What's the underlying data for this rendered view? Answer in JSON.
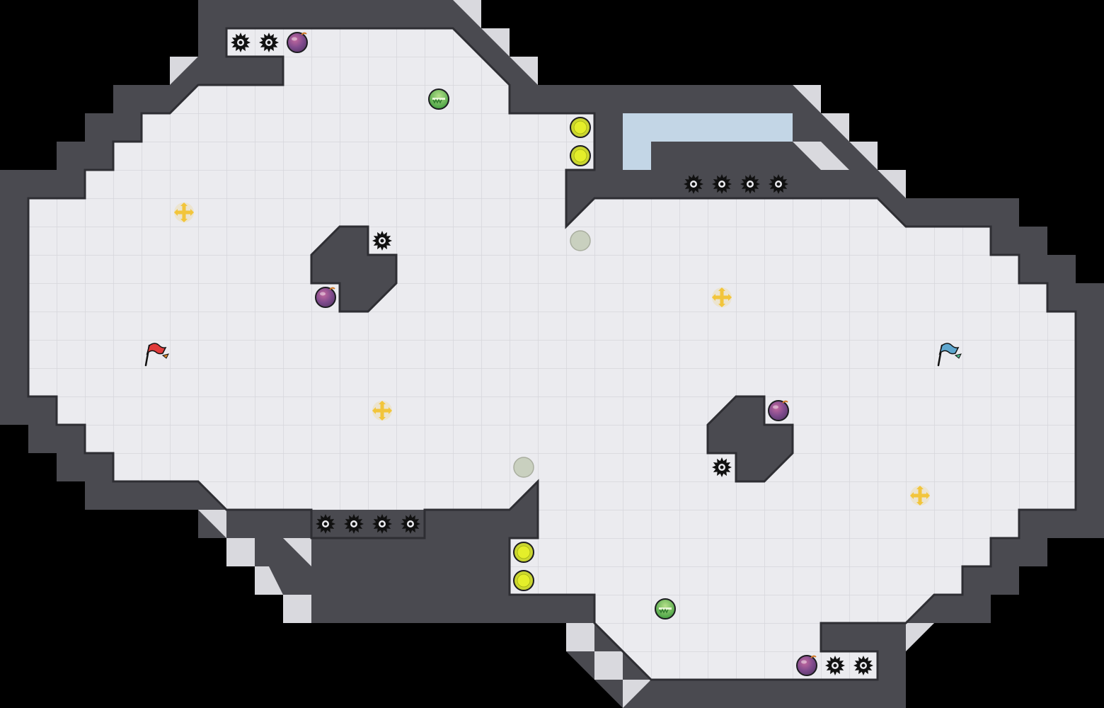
{
  "map": {
    "grid_cols": 39,
    "grid_rows": 25,
    "colors": {
      "background": "#000000",
      "floor": "#ebebef",
      "floor_line": "#d6d6dc",
      "wall": "#4a4a50",
      "wall_edge": "#2e2e33",
      "red_zone": "#ecc7b8",
      "blue_zone": "#c3d6e6",
      "boost": "#f2c53b",
      "bomb": "#8f5a9e",
      "gate": "#c8d23a",
      "gate_off": "#c9d0bf",
      "juke_juice": "#4fae4f",
      "flag_red": "#e03b3b",
      "flag_blue": "#5fa7cf"
    },
    "flags": [
      {
        "team": "red",
        "icon": "red-flag-icon",
        "cell": [
          5,
          12
        ]
      },
      {
        "team": "blue",
        "icon": "blue-flag-icon",
        "cell": [
          33,
          12
        ]
      }
    ],
    "boosts": [
      {
        "icon": "boost-icon",
        "cell": [
          6,
          7
        ]
      },
      {
        "icon": "boost-icon",
        "cell": [
          13,
          14
        ]
      },
      {
        "icon": "boost-icon",
        "cell": [
          25,
          10
        ]
      },
      {
        "icon": "boost-icon",
        "cell": [
          32,
          17
        ]
      }
    ],
    "bombs": [
      {
        "icon": "bomb-icon",
        "cell": [
          10,
          1
        ]
      },
      {
        "icon": "bomb-icon",
        "cell": [
          11,
          10
        ]
      },
      {
        "icon": "bomb-icon",
        "cell": [
          27,
          14
        ]
      },
      {
        "icon": "bomb-icon",
        "cell": [
          28,
          23
        ]
      }
    ],
    "spikes": [
      {
        "icon": "spike-icon",
        "cell": [
          8,
          1
        ]
      },
      {
        "icon": "spike-icon",
        "cell": [
          9,
          1
        ]
      },
      {
        "icon": "spike-icon",
        "cell": [
          13,
          8
        ]
      },
      {
        "icon": "spike-icon",
        "cell": [
          24,
          6
        ]
      },
      {
        "icon": "spike-icon",
        "cell": [
          25,
          6
        ]
      },
      {
        "icon": "spike-icon",
        "cell": [
          26,
          6
        ]
      },
      {
        "icon": "spike-icon",
        "cell": [
          27,
          6
        ]
      },
      {
        "icon": "spike-icon",
        "cell": [
          25,
          16
        ]
      },
      {
        "icon": "spike-icon",
        "cell": [
          11,
          18
        ]
      },
      {
        "icon": "spike-icon",
        "cell": [
          12,
          18
        ]
      },
      {
        "icon": "spike-icon",
        "cell": [
          13,
          18
        ]
      },
      {
        "icon": "spike-icon",
        "cell": [
          14,
          18
        ]
      },
      {
        "icon": "spike-icon",
        "cell": [
          29,
          23
        ]
      },
      {
        "icon": "spike-icon",
        "cell": [
          30,
          23
        ]
      }
    ],
    "gates": [
      {
        "icon": "gate-button-icon",
        "cell": [
          20,
          4
        ]
      },
      {
        "icon": "gate-button-icon",
        "cell": [
          20,
          5
        ]
      },
      {
        "icon": "gate-button-icon",
        "cell": [
          18,
          19
        ]
      },
      {
        "icon": "gate-button-icon",
        "cell": [
          18,
          20
        ]
      }
    ],
    "inactive_buttons": [
      {
        "icon": "inactive-button-icon",
        "cell": [
          20,
          8
        ]
      },
      {
        "icon": "inactive-button-icon",
        "cell": [
          18,
          16
        ]
      }
    ],
    "juke_juice": [
      {
        "icon": "juke-juice-icon",
        "cell": [
          15,
          3
        ]
      },
      {
        "icon": "juke-juice-icon",
        "cell": [
          23,
          21
        ]
      }
    ]
  }
}
